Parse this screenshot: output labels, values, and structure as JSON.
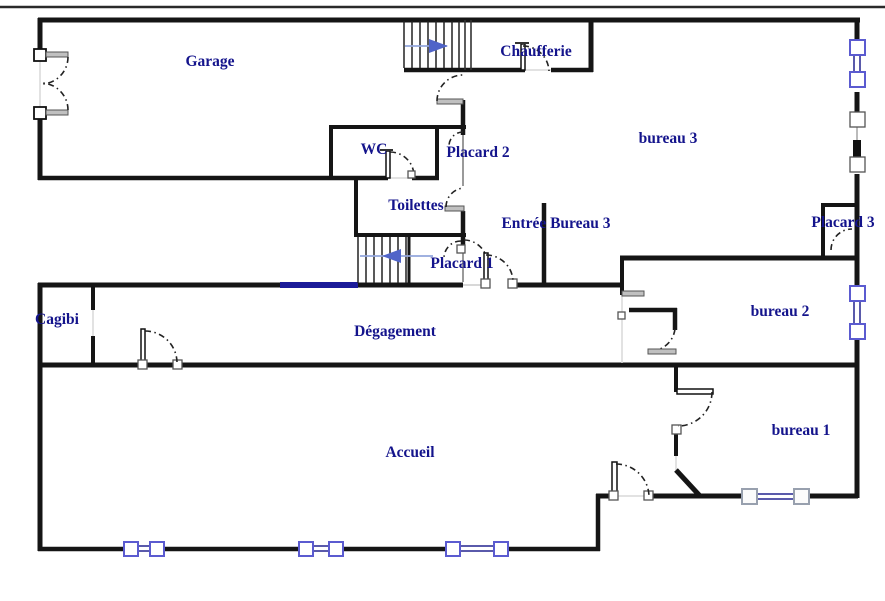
{
  "page": {
    "background": "#ffffff",
    "top_rule_color": "#2a2a2a"
  },
  "colors": {
    "wall": "#151515",
    "label_text": "#14148c",
    "accent_wall_blue": "#1b1b99",
    "window_frame_blue": "#5b5bd0",
    "window_glazing": "#23238f",
    "stair_arrow_line": "#93a6dc",
    "stair_arrow_head": "#5064c8",
    "door_leaf_gray": "#c0c0c0"
  },
  "rooms": {
    "garage": "Garage",
    "chaufferie": "Chaufferie",
    "wc": "WC",
    "placard2": "Placard 2",
    "bureau3": "bureau 3",
    "toilettes": "Toilettes",
    "entree_bureau3": "Entrée Bureau 3",
    "placard3": "Placard 3",
    "placard1": "Placard 1",
    "cagibi": "Cagibi",
    "degagement": "Dégagement",
    "bureau2": "bureau 2",
    "bureau1": "bureau 1",
    "accueil": "Accueil"
  },
  "icons": {
    "upper_stairs_arrow": "stairs-arrow-right",
    "lower_stairs_arrow": "stairs-arrow-left"
  }
}
